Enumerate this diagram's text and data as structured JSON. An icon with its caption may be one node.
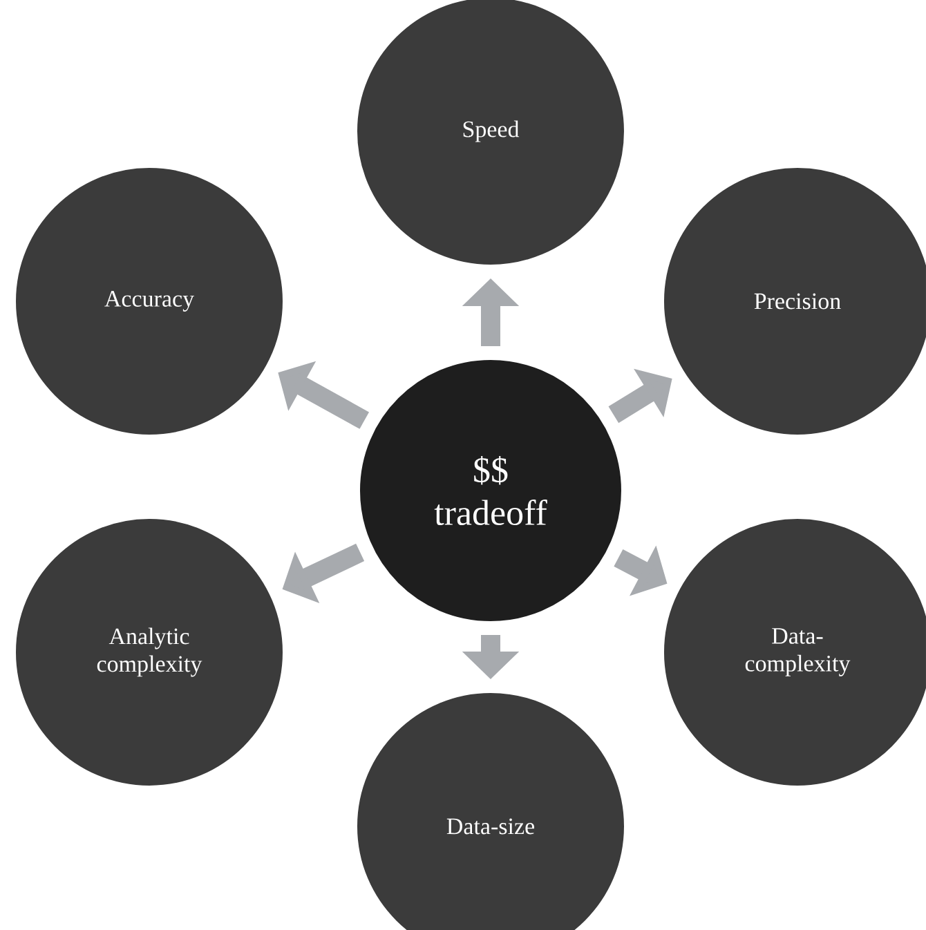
{
  "diagram": {
    "nodes": [
      {
        "text": [
          "$$ tradeoff"
        ]
      },
      {
        "text": [
          "Speed"
        ]
      },
      {
        "text": [
          "Precision"
        ]
      },
      {
        "text": [
          "Data-complexity"
        ]
      },
      {
        "text": [
          "Data-size"
        ]
      },
      {
        "text": [
          "Analytic complexity"
        ]
      },
      {
        "text": [
          "Accuracy"
        ]
      }
    ],
    "edges": [
      {
        "from": 0,
        "to": 1,
        "arrow": "to"
      },
      {
        "from": 0,
        "to": 2,
        "arrow": "to"
      },
      {
        "from": 0,
        "to": 3,
        "arrow": "to"
      },
      {
        "from": 0,
        "to": 4,
        "arrow": "to"
      },
      {
        "from": 0,
        "to": 5,
        "arrow": "to"
      },
      {
        "from": 0,
        "to": 6,
        "arrow": "to"
      }
    ]
  }
}
